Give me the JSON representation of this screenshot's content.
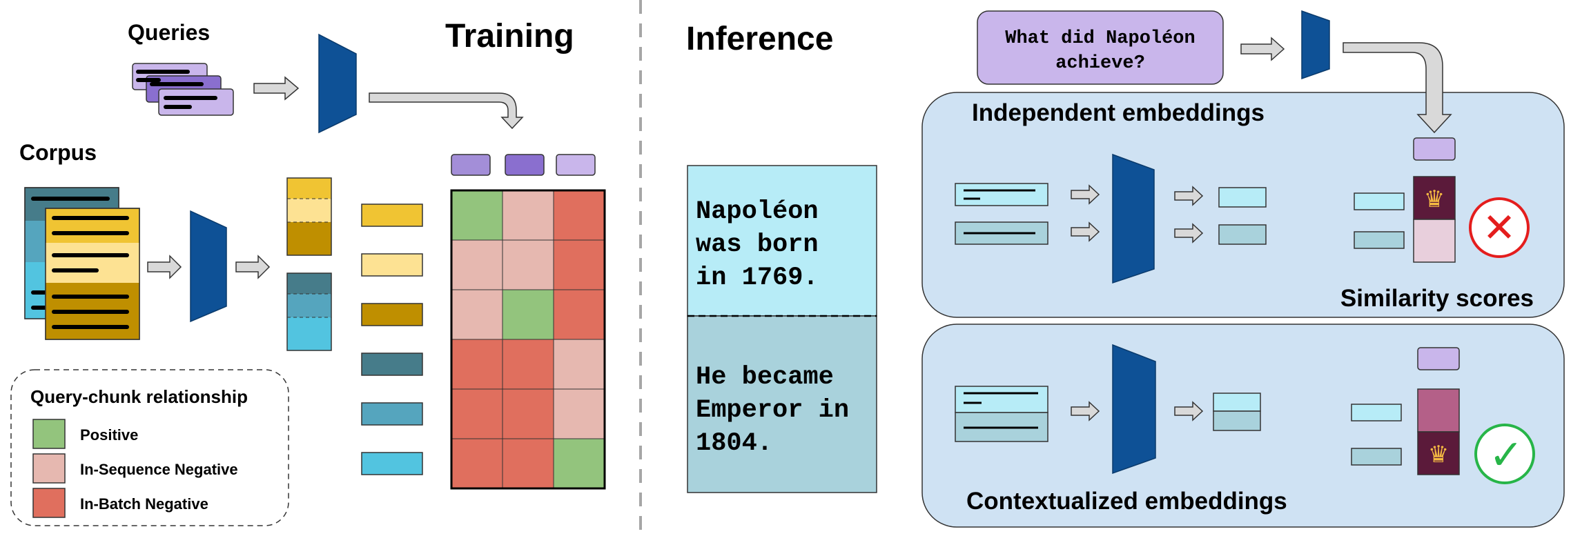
{
  "colors": {
    "encoder": "#0e5196",
    "query": "#c9b6eb",
    "query_mid": "#a38ed8",
    "query_dark": "#8a6fcf",
    "yellow_light": "#fde293",
    "yellow": "#f0c433",
    "yellow_dark": "#bf8f00",
    "teal_dark": "#467c8a",
    "teal_mid": "#55a5be",
    "teal_light": "#52c4e0",
    "positive": "#93c47d",
    "in_sequence_negative": "#e6b8b0",
    "in_batch_negative": "#e06f5e",
    "panel_fill": "#cfe2f3",
    "chunk_top": "#b7ecf7",
    "chunk_bottom": "#a9d2dc",
    "score_dark": "#5b1a3a",
    "score_light": "#e8cfdc",
    "score_mid": "#b46088",
    "cross": "#e41d1d",
    "check": "#27b548",
    "crown": "#f4b942"
  },
  "training": {
    "queries_label": "Queries",
    "title": "Training",
    "corpus_label": "Corpus"
  },
  "legend": {
    "title": "Query-chunk relationship",
    "items": [
      {
        "label": "Positive",
        "color": "#93c47d"
      },
      {
        "label": "In-Sequence Negative",
        "color": "#e6b8b0"
      },
      {
        "label": "In-Batch Negative",
        "color": "#e06f5e"
      }
    ]
  },
  "matrix": {
    "rows": 6,
    "cols": 3,
    "cells": [
      [
        "pos",
        "seq",
        "batch"
      ],
      [
        "seq",
        "seq",
        "batch"
      ],
      [
        "seq",
        "pos",
        "batch"
      ],
      [
        "batch",
        "batch",
        "seq"
      ],
      [
        "batch",
        "batch",
        "seq"
      ],
      [
        "batch",
        "batch",
        "pos"
      ]
    ],
    "query_colors": [
      "#a38ed8",
      "#8a6fcf",
      "#c9b6eb"
    ],
    "chunk_colors": [
      "#f0c433",
      "#fde293",
      "#bf8f00",
      "#467c8a",
      "#55a5be",
      "#52c4e0"
    ]
  },
  "inference": {
    "title": "Inference",
    "query_line1": "What did Napoléon",
    "query_line2": "achieve?",
    "doc_top": [
      "Napoléon",
      "was born",
      "in 1769."
    ],
    "doc_bottom": [
      "He became",
      "Emperor in",
      "1804."
    ],
    "independent_label": "Independent embeddings",
    "similarity_label": "Similarity scores",
    "contextualized_label": "Contextualized embeddings",
    "crown_glyph": "♛",
    "cross_glyph": "✕",
    "check_glyph": "✓"
  }
}
